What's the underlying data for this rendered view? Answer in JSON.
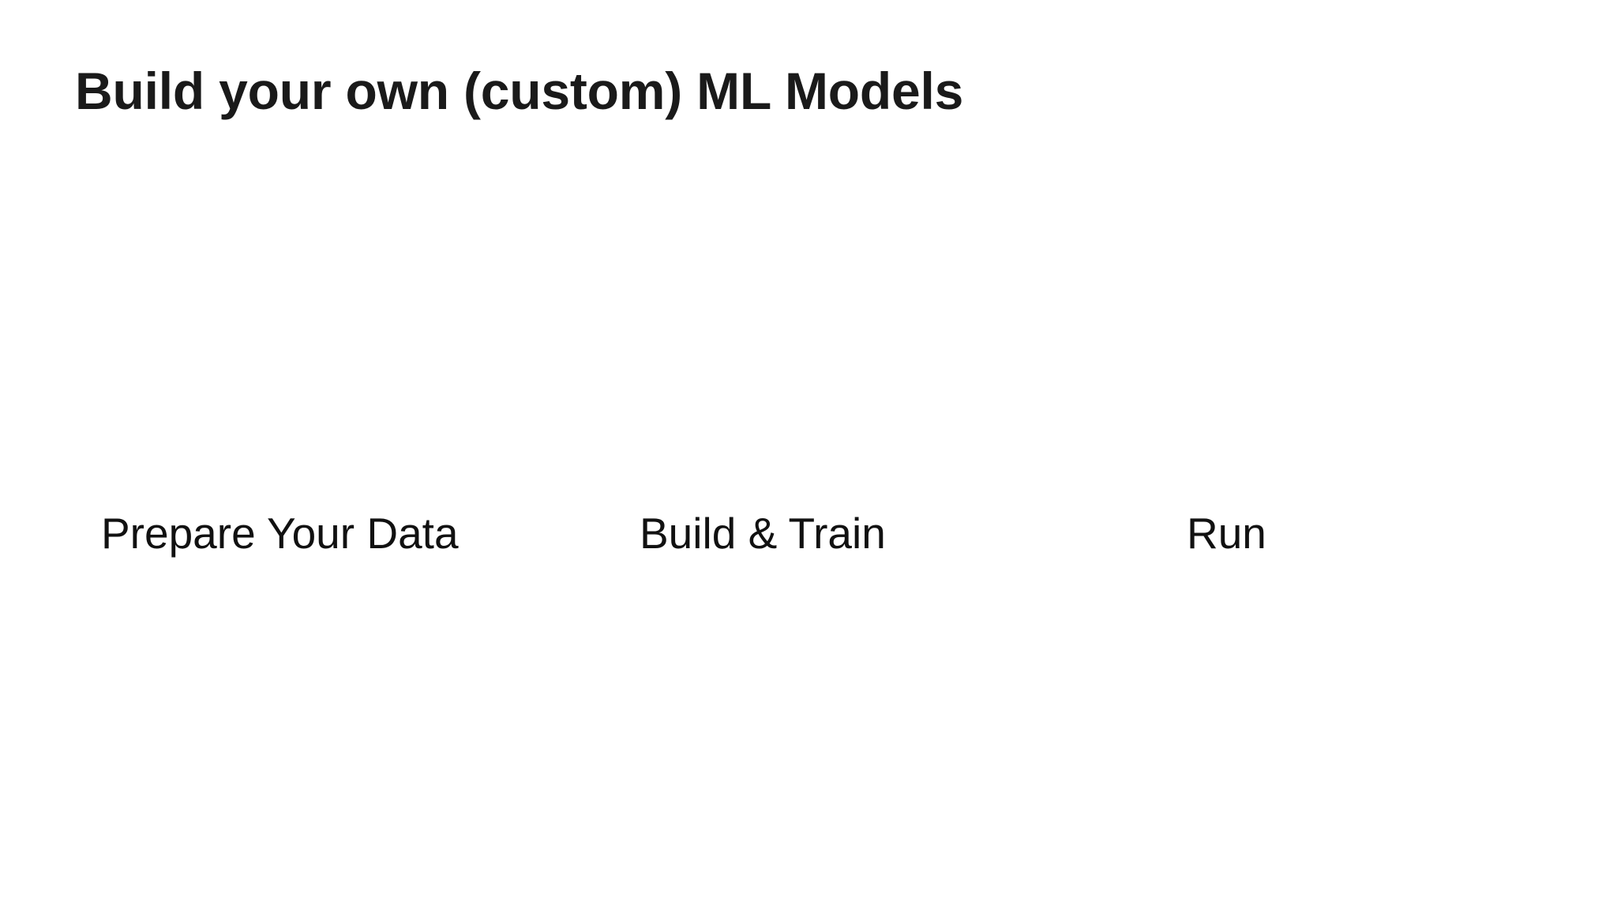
{
  "slide": {
    "title": "Build your own (custom) ML Models",
    "background_color": "#ffffff",
    "title_color": "#1a1a1a",
    "body_text_color": "#111111"
  },
  "steps": [
    {
      "label": "Prepare Your Data"
    },
    {
      "label": "Build & Train"
    },
    {
      "label": "Run"
    }
  ]
}
